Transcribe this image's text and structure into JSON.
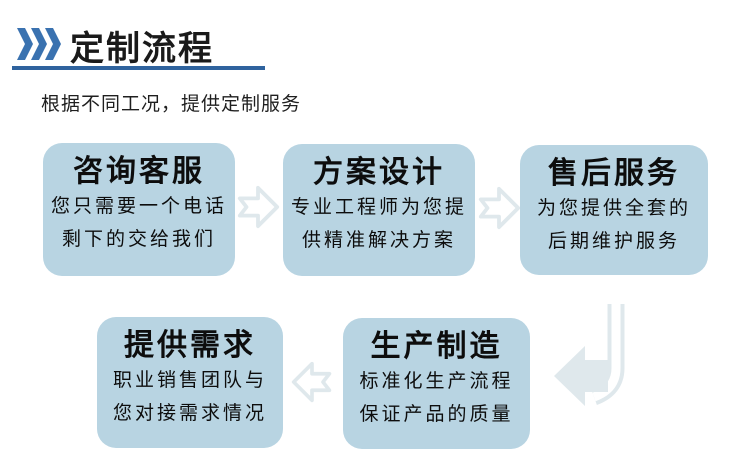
{
  "theme": {
    "accent_blue": "#3a72b0",
    "underline_blue": "#2f639e",
    "box_blue": "#b8d4e2",
    "arrow_gray": "#dfe8ec",
    "text_black": "#1a1a1a"
  },
  "header": {
    "title": "定制流程",
    "subtitle": "根据不同工况，提供定制服务",
    "icon": "triple-chevron-right"
  },
  "flow": {
    "steps": [
      {
        "title": "咨询客服",
        "lines": [
          "您只需要一个电话",
          "剩下的交给我们"
        ]
      },
      {
        "title": "方案设计",
        "lines": [
          "专业工程师为您提",
          "供精准解决方案"
        ]
      },
      {
        "title": "售后服务",
        "lines": [
          "为您提供全套的",
          "后期维护服务"
        ]
      },
      {
        "title": "提供需求",
        "lines": [
          "职业销售团队与",
          "您对接需求情况"
        ]
      },
      {
        "title": "生产制造",
        "lines": [
          "标准化生产流程",
          "保证产品的质量"
        ]
      }
    ],
    "icons": {
      "next": "arrow-right",
      "prev": "arrow-left",
      "turn": "arrow-turn-down-left"
    }
  }
}
